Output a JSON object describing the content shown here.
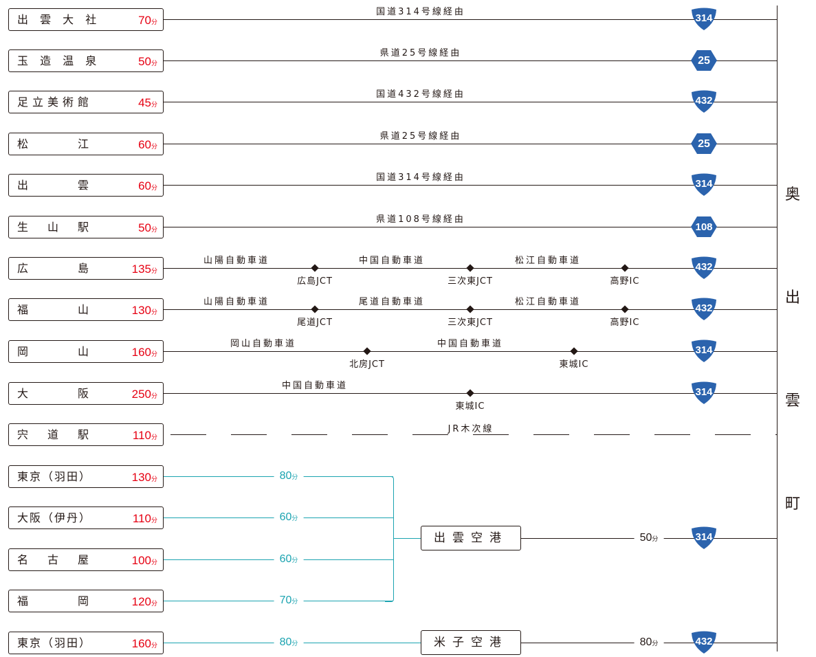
{
  "rows": [
    {
      "name": "出 雲 大 社",
      "time": "70",
      "via": "国道314号線経由",
      "route": "314"
    },
    {
      "name": "玉 造 温 泉",
      "time": "50",
      "via": "県道25号線経由",
      "route": "25"
    },
    {
      "name": "足立美術館",
      "time": "45",
      "via": "国道432号線経由",
      "route": "432"
    },
    {
      "name": "松　　　江",
      "time": "60",
      "via": "県道25号線経由",
      "route": "25"
    },
    {
      "name": "出　　　雲",
      "time": "60",
      "via": "国道314号線経由",
      "route": "314"
    },
    {
      "name": "生　山　駅",
      "time": "50",
      "via": "県道108号線経由",
      "route": "108"
    },
    {
      "name": "広　　　島",
      "time": "135",
      "route": "432",
      "segments": [
        "山陽自動車道",
        "中国自動車道",
        "松江自動車道"
      ],
      "nodes": [
        "広島JCT",
        "三次東JCT",
        "高野IC"
      ]
    },
    {
      "name": "福　　　山",
      "time": "130",
      "route": "432",
      "segments": [
        "山陽自動車道",
        "尾道自動車道",
        "松江自動車道"
      ],
      "nodes": [
        "尾道JCT",
        "三次東JCT",
        "高野IC"
      ]
    },
    {
      "name": "岡　　　山",
      "time": "160",
      "route": "314",
      "segments": [
        "岡山自動車道",
        "中国自動車道"
      ],
      "nodes": [
        "北房JCT",
        "東城IC"
      ]
    },
    {
      "name": "大　　　阪",
      "time": "250",
      "route": "314",
      "segments": [
        "中国自動車道"
      ],
      "nodes": [
        "東城IC"
      ]
    },
    {
      "name": "宍　道　駅",
      "time": "110",
      "via": "JR木次線"
    },
    {
      "name": "東京（羽田）",
      "time": "130",
      "flight": "80"
    },
    {
      "name": "大阪（伊丹）",
      "time": "110",
      "flight": "60"
    },
    {
      "name": "名　古　屋",
      "time": "100",
      "flight": "60"
    },
    {
      "name": "福　　　岡",
      "time": "120",
      "flight": "70"
    },
    {
      "name": "東京（羽田）",
      "time": "160",
      "flight": "80"
    }
  ],
  "unit": "分",
  "airports": {
    "izumo": {
      "name": "出雲空港",
      "to_town": "50",
      "route": "314"
    },
    "yonago": {
      "name": "米子空港",
      "to_town": "80",
      "route": "432"
    }
  },
  "destination": [
    "奥",
    "出",
    "雲",
    "町"
  ],
  "colors": {
    "time": "#e60012",
    "teal": "#1aa3b0",
    "shield": "#2b63ad",
    "line": "#231815"
  },
  "icons": {
    "route_shield": "national-route-shield",
    "prefectural_shield": "prefectural-route-hexagon",
    "node": "junction-diamond"
  }
}
